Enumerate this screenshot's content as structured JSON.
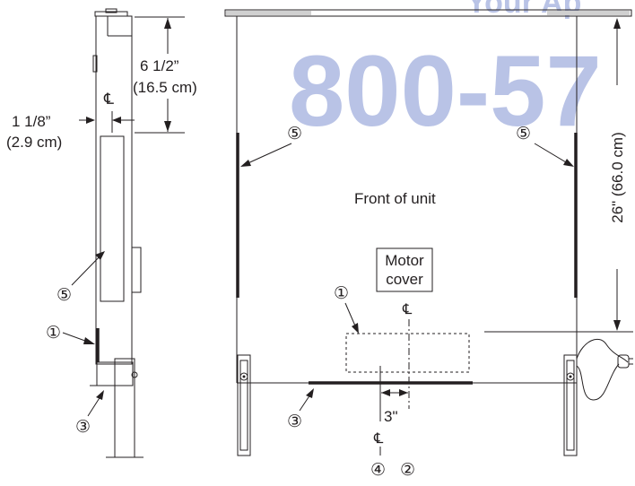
{
  "watermark": {
    "top_text": "Your Ap",
    "phone_text": "800-57"
  },
  "side_view": {
    "dim_vertical_in": "6 1/2”",
    "dim_vertical_cm": "(16.5 cm)",
    "dim_horizontal_in": "1 1/8”",
    "dim_horizontal_cm": "(2.9 cm)",
    "centerline_symbol": "℄",
    "callouts": [
      "⑤",
      "①",
      "③"
    ]
  },
  "front_view": {
    "front_label": "Front of unit",
    "motor_cover_line1": "Motor",
    "motor_cover_line2": "cover",
    "height_dim": "26\" (66.0 cm)",
    "offset_dim": "3\"",
    "centerline_symbol_top": "℄",
    "centerline_symbol_bottom": "℄",
    "callouts": {
      "left_bar": "⑤",
      "right_bar": "⑤",
      "motor_box": "①",
      "bottom_bar": "③",
      "centerline_a": "④",
      "centerline_b": "②"
    }
  }
}
